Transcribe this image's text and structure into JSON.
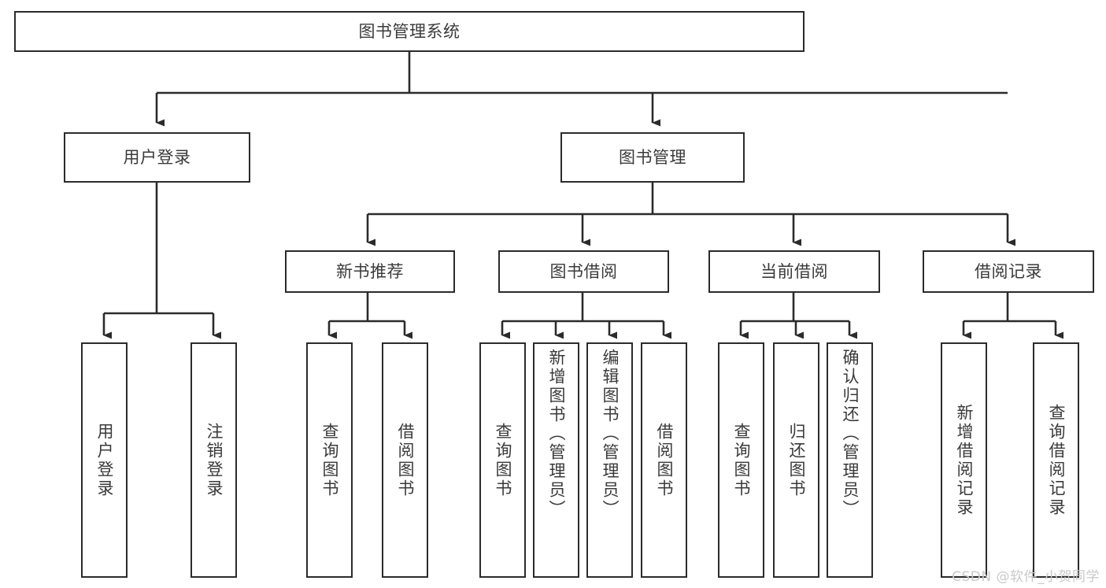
{
  "diagram": {
    "title": "图书管理系统",
    "root": {
      "label": "图书管理系统"
    },
    "level2": [
      {
        "label": "用户登录"
      },
      {
        "label": "图书管理"
      }
    ],
    "level3": [
      {
        "label": "新书推荐"
      },
      {
        "label": "图书借阅"
      },
      {
        "label": "当前借阅"
      },
      {
        "label": "借阅记录"
      }
    ],
    "leaves": [
      {
        "label": "用户登录",
        "parent": "用户登录"
      },
      {
        "label": "注销登录",
        "parent": "用户登录"
      },
      {
        "label": "查询图书",
        "parent": "新书推荐"
      },
      {
        "label": "借阅图书",
        "parent": "新书推荐"
      },
      {
        "label": "查询图书",
        "parent": "图书借阅"
      },
      {
        "label": "新增图书（管理员）",
        "parent": "图书借阅"
      },
      {
        "label": "编辑图书（管理员）",
        "parent": "图书借阅"
      },
      {
        "label": "借阅图书",
        "parent": "图书借阅"
      },
      {
        "label": "查询图书",
        "parent": "当前借阅"
      },
      {
        "label": "归还图书",
        "parent": "当前借阅"
      },
      {
        "label": "确认归还（管理员）",
        "parent": "当前借阅"
      },
      {
        "label": "新增借阅记录",
        "parent": "借阅记录"
      },
      {
        "label": "查询借阅记录",
        "parent": "借阅记录"
      }
    ],
    "watermark": "CSDN @软件_小贺同学",
    "colors": {
      "line": "#2b2b2b",
      "text": "#3a3a3a",
      "background": "#ffffff",
      "watermark": "#c9c9c9"
    }
  }
}
